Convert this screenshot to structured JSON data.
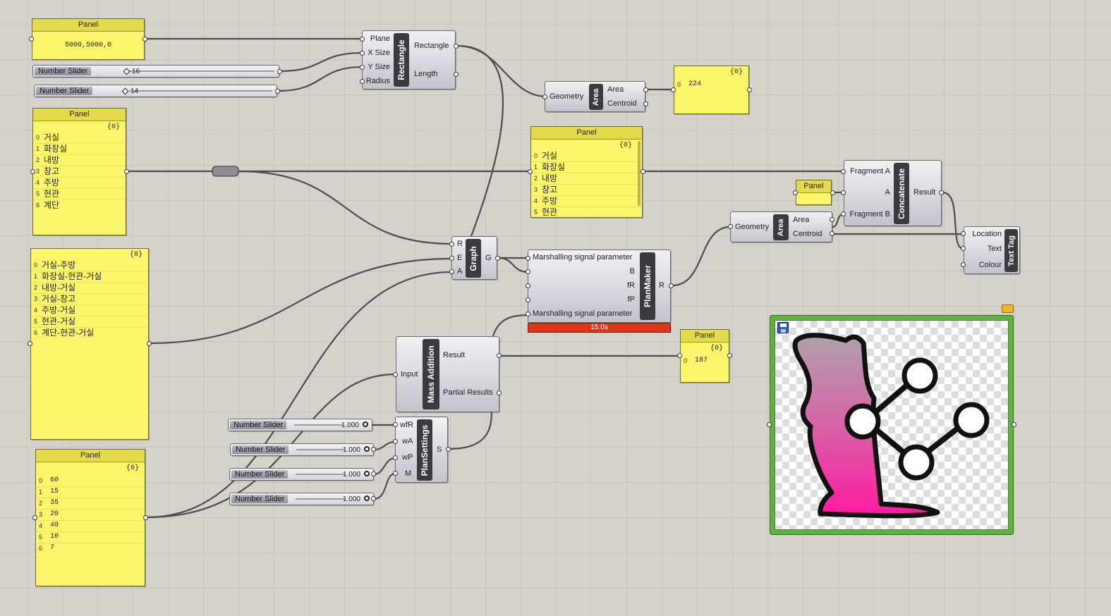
{
  "panels": {
    "p1": {
      "title": "Panel",
      "value": "5000,5000,0"
    },
    "p2": {
      "title": "Panel",
      "path": "{0}",
      "items": [
        "거실",
        "화장실",
        "내방",
        "창고",
        "주방",
        "현관",
        "계단"
      ]
    },
    "p3": {
      "path": "{0}",
      "items": [
        "거실-주방",
        "화장실-현관-거실",
        "내방-거실",
        "거실-창고",
        "주방-거실",
        "현관-거실",
        "계단-현관-거실"
      ]
    },
    "p4": {
      "title": "Panel",
      "path": "{0}",
      "items": [
        "60",
        "15",
        "35",
        "20",
        "40",
        "10",
        "7"
      ]
    },
    "p5": {
      "path": "{0}",
      "items": [
        "224"
      ]
    },
    "p6": {
      "title": "Panel",
      "path": "{0}",
      "items": [
        "거실",
        "화장실",
        "내방",
        "창고",
        "주방",
        "현관"
      ]
    },
    "p7": {
      "title": "Panel"
    },
    "p8": {
      "title": "Panel",
      "path": "{0}",
      "items": [
        "187"
      ]
    }
  },
  "sliders": {
    "s1": {
      "label": "Number Slider",
      "value": "16",
      "fraction": 0.16
    },
    "s2": {
      "label": "Number Slider",
      "value": "14",
      "fraction": 0.14
    },
    "s3": {
      "label": "Number Slider",
      "value": "1.000",
      "fraction": 1.0
    },
    "s4": {
      "label": "Number Slider",
      "value": "1.000",
      "fraction": 1.0
    },
    "s5": {
      "label": "Number Slider",
      "value": "1.000",
      "fraction": 1.0
    },
    "s6": {
      "label": "Number Slider",
      "value": "1.000",
      "fraction": 1.0
    }
  },
  "components": {
    "rectangle": {
      "name": "Rectangle",
      "inputs": [
        "Plane",
        "X Size",
        "Y Size",
        "Radius"
      ],
      "outputs": [
        "Rectangle",
        "Length"
      ]
    },
    "area1": {
      "name": "Area",
      "inputs": [
        "Geometry"
      ],
      "outputs": [
        "Area",
        "Centroid"
      ]
    },
    "graph": {
      "name": "Graph",
      "inputs": [
        "R",
        "E",
        "A"
      ],
      "outputs": [
        "G"
      ]
    },
    "planmaker": {
      "name": "PlanMaker",
      "inputs": [
        "Marshalling signal parameter",
        "B",
        "fR",
        "fP",
        "Marshalling signal parameter"
      ],
      "outputs": [
        "R"
      ],
      "runtime": "15.0s"
    },
    "massadd": {
      "name": "Mass Addition",
      "inputs": [
        "Input"
      ],
      "outputs": [
        "Result",
        "Partial Results"
      ]
    },
    "plansettings": {
      "name": "PlanSettings",
      "inputs": [
        "wfR",
        "wA",
        "wP",
        "M"
      ],
      "outputs": [
        "S"
      ]
    },
    "area2": {
      "name": "Area",
      "inputs": [
        "Geometry"
      ],
      "outputs": [
        "Area",
        "Centroid"
      ]
    },
    "concatenate": {
      "name": "Concatenate",
      "inputs": [
        "Fragment A",
        "A",
        "Fragment B"
      ],
      "outputs": [
        "Result"
      ]
    },
    "texttag": {
      "name": "Text Tag",
      "inputs": [
        "Location",
        "Text",
        "Colour"
      ]
    }
  },
  "colors": {
    "panel": "#fbf56c",
    "panel_header": "#e3db4c",
    "canvas": "#d5d2cb",
    "component_bar": "#3b3b3f",
    "runtime_warning": "#e0341c",
    "image_frame": "#5fb33c",
    "logo_gradient_top": "#b0a0aa",
    "logo_gradient_bottom": "#ff1aa0"
  },
  "image_component": {
    "icons": [
      "save-icon",
      "logo-image",
      "note-icon"
    ]
  }
}
